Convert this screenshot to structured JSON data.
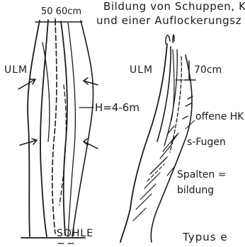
{
  "caption": {
    "line1": "Bildung von Schuppen, Ke",
    "line2": "und einer Auflockerungsz"
  },
  "left_figure": {
    "width_label": "50  60cm",
    "wall_label": "ULM",
    "height_label": "H=4-6m",
    "floor_label": "SOHLE"
  },
  "right_figure": {
    "wall_label": "ULM",
    "depth_label": "70cm",
    "label_open": "offene HK",
    "label_joints": "s-Fugen",
    "label_fissures_line1": "Spalten =",
    "label_fissures_line2": "bildung",
    "type_label": "Typus  e"
  }
}
